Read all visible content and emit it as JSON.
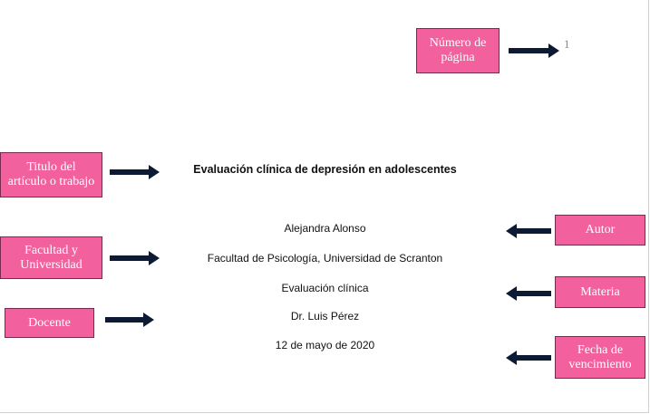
{
  "page_number": "1",
  "document": {
    "title": "Evaluación clínica de depresión en adolescentes",
    "author": "Alejandra Alonso",
    "faculty": "Facultad de Psicología, Universidad de Scranton",
    "course": "Evaluación clínica",
    "instructor": "Dr. Luis Pérez",
    "date": "12 de mayo de 2020"
  },
  "labels": {
    "page_number": "Número de\npágina",
    "title": "Titulo del\nartículo o trabajo",
    "faculty": "Facultad y\nUniversidad",
    "instructor": "Docente",
    "author": "Autor",
    "course": "Materia",
    "due_date": "Fecha de\nvencimiento"
  },
  "colors": {
    "label_fill": "#f2609e",
    "arrow": "#0d1a33"
  }
}
